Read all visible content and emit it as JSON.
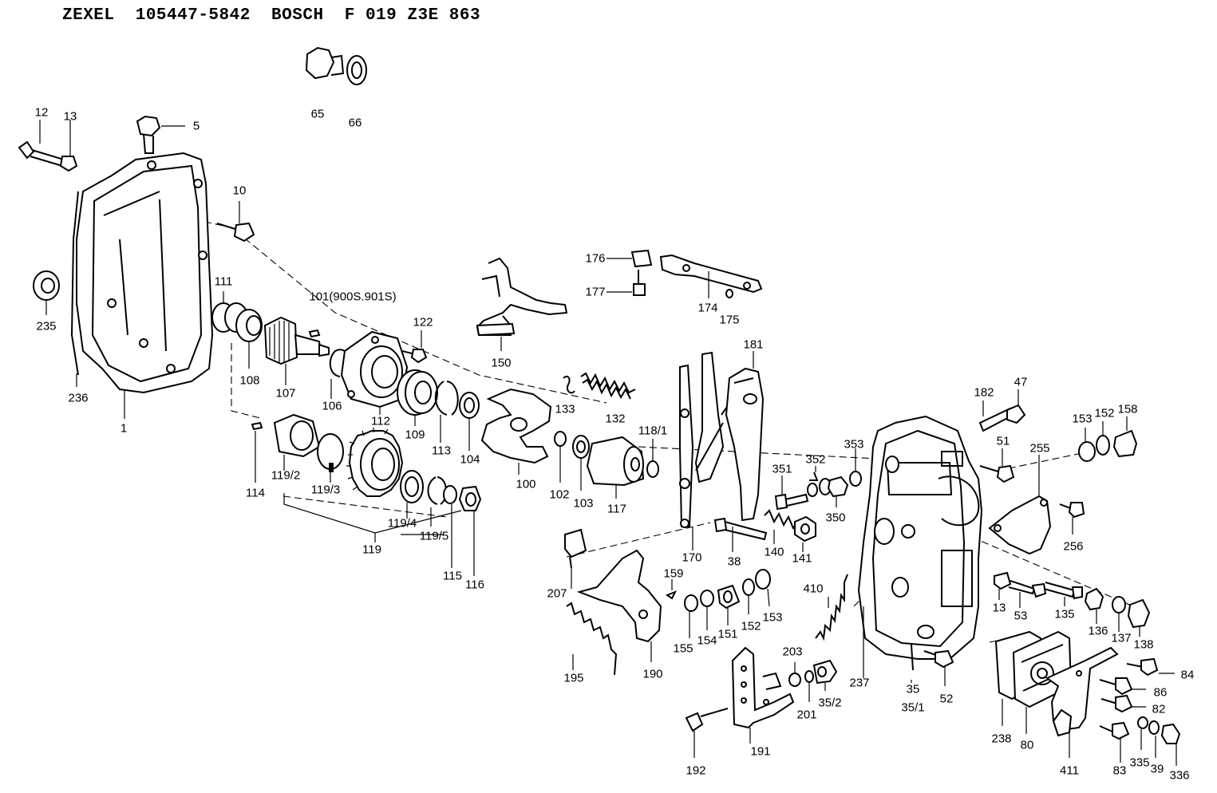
{
  "header": {
    "title": "ZEXEL  105447-5842  BOSCH  F 019 Z3E 863"
  },
  "parts": {
    "p65": "65",
    "p66": "66",
    "p12": "12",
    "p13a": "13",
    "p5": "5",
    "p10": "10",
    "p235": "235",
    "p236": "236",
    "p1": "1",
    "p111": "111",
    "p108": "108",
    "p107": "107",
    "p101": "101(900S.901S)",
    "p106": "106",
    "p122": "122",
    "p112": "112",
    "p109": "109",
    "p113": "113",
    "p104": "104",
    "p114": "114",
    "p119_2": "119/2",
    "p119_3": "119/3",
    "p119": "119",
    "p119_4": "119/4",
    "p119_5": "119/5",
    "p115": "115",
    "p116": "116",
    "p150": "150",
    "p176": "176",
    "p177": "177",
    "p174": "174",
    "p175": "175",
    "p133": "133",
    "p132": "132",
    "p100": "100",
    "p102": "102",
    "p103": "103",
    "p117": "117",
    "p118_1": "118/1",
    "p181": "181",
    "p170": "170",
    "p38": "38",
    "p140": "140",
    "p141": "141",
    "p351": "351",
    "p352": "352",
    "p350": "350",
    "p353": "353",
    "p182": "182",
    "p47": "47",
    "p51": "51",
    "p255": "255",
    "p153a": "153",
    "p152a": "152",
    "p158": "158",
    "p256": "256",
    "p207": "207",
    "p159": "159",
    "p155": "155",
    "p154": "154",
    "p151": "151",
    "p152b": "152",
    "p153b": "153",
    "p190": "190",
    "p195": "195",
    "p410": "410",
    "p203": "203",
    "p201": "201",
    "p35_2": "35/2",
    "p237": "237",
    "p35": "35",
    "p35_1": "35/1",
    "p52": "52",
    "p13b": "13",
    "p53": "53",
    "p135": "135",
    "p136": "136",
    "p137": "137",
    "p138": "138",
    "p84": "84",
    "p86": "86",
    "p82": "82",
    "p238": "238",
    "p80": "80",
    "p411": "411",
    "p83": "83",
    "p335": "335",
    "p39": "39",
    "p336": "336",
    "p192": "192",
    "p191": "191"
  }
}
